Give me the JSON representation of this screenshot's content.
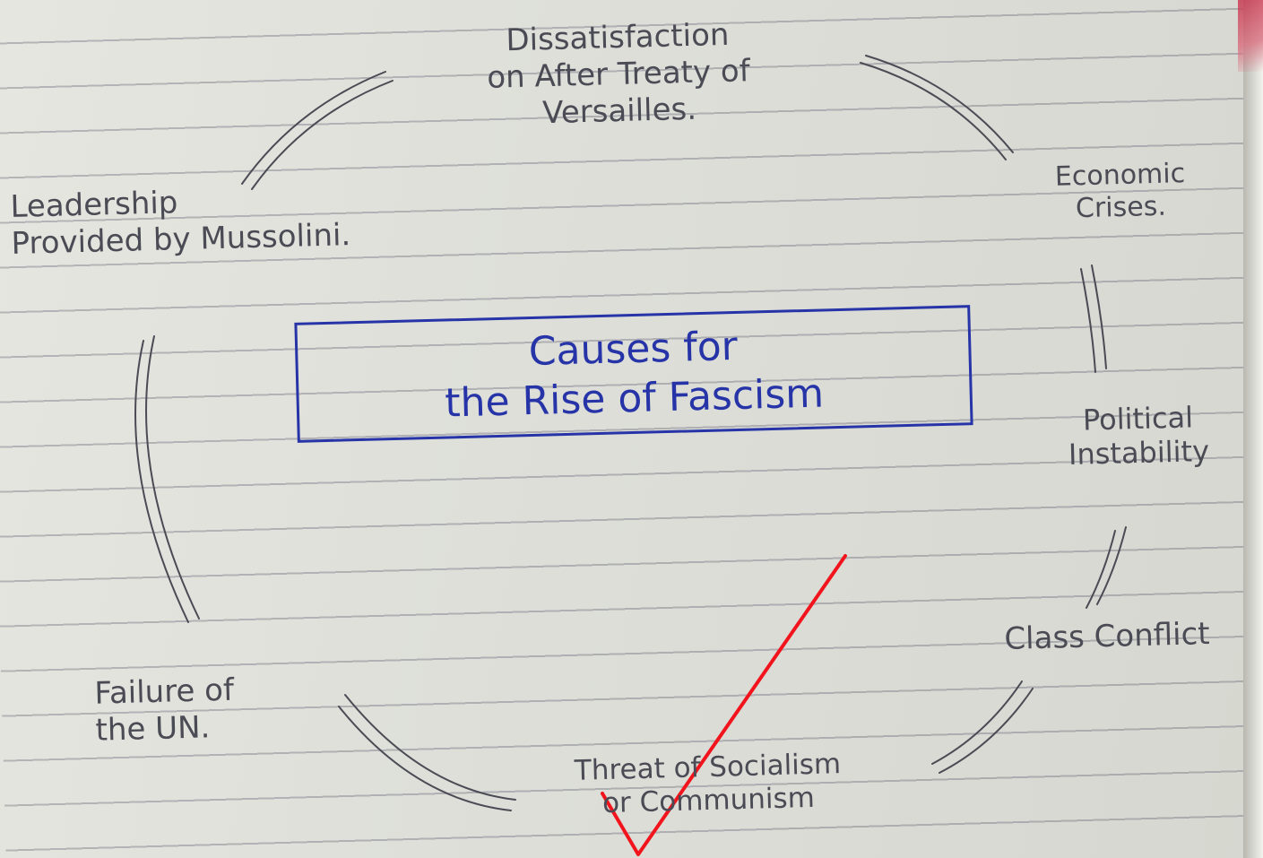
{
  "diagram": {
    "center": {
      "text": "Causes for\nthe Rise of Fascism"
    },
    "nodes": [
      {
        "id": "dissatisfaction",
        "text": "Dissatisfaction\non After Treaty of\nVersailles."
      },
      {
        "id": "economic",
        "text": "Economic\nCrises."
      },
      {
        "id": "political",
        "text": "Political\nInstability"
      },
      {
        "id": "class",
        "text": "Class Conflict"
      },
      {
        "id": "threat",
        "text": "Threat of Socialism\nor Communism"
      },
      {
        "id": "failure",
        "text": "Failure of\nthe UN."
      },
      {
        "id": "leadership",
        "text": "Leadership\nProvided by Mussolini."
      }
    ]
  },
  "colors": {
    "paper": "#e3e3dd",
    "ruled_line": "#6a6a80",
    "pencil": "#4b4b55",
    "blue_ink": "#2634a8",
    "red_check": "#f2141c"
  },
  "marks": {
    "check_icon": "red-checkmark-icon"
  }
}
